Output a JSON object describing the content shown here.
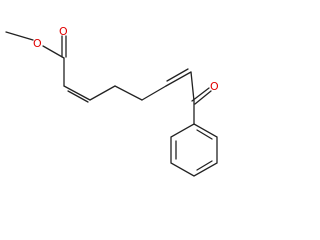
{
  "molecule": {
    "atoms": [
      {
        "id": "O-methoxy",
        "label": "O"
      },
      {
        "id": "O-ester-carbonyl",
        "label": "O"
      },
      {
        "id": "O-ketone",
        "label": "O"
      }
    ],
    "colors": {
      "bond": "#222222",
      "oxygen": "#e00000",
      "background": "#ffffff"
    }
  }
}
